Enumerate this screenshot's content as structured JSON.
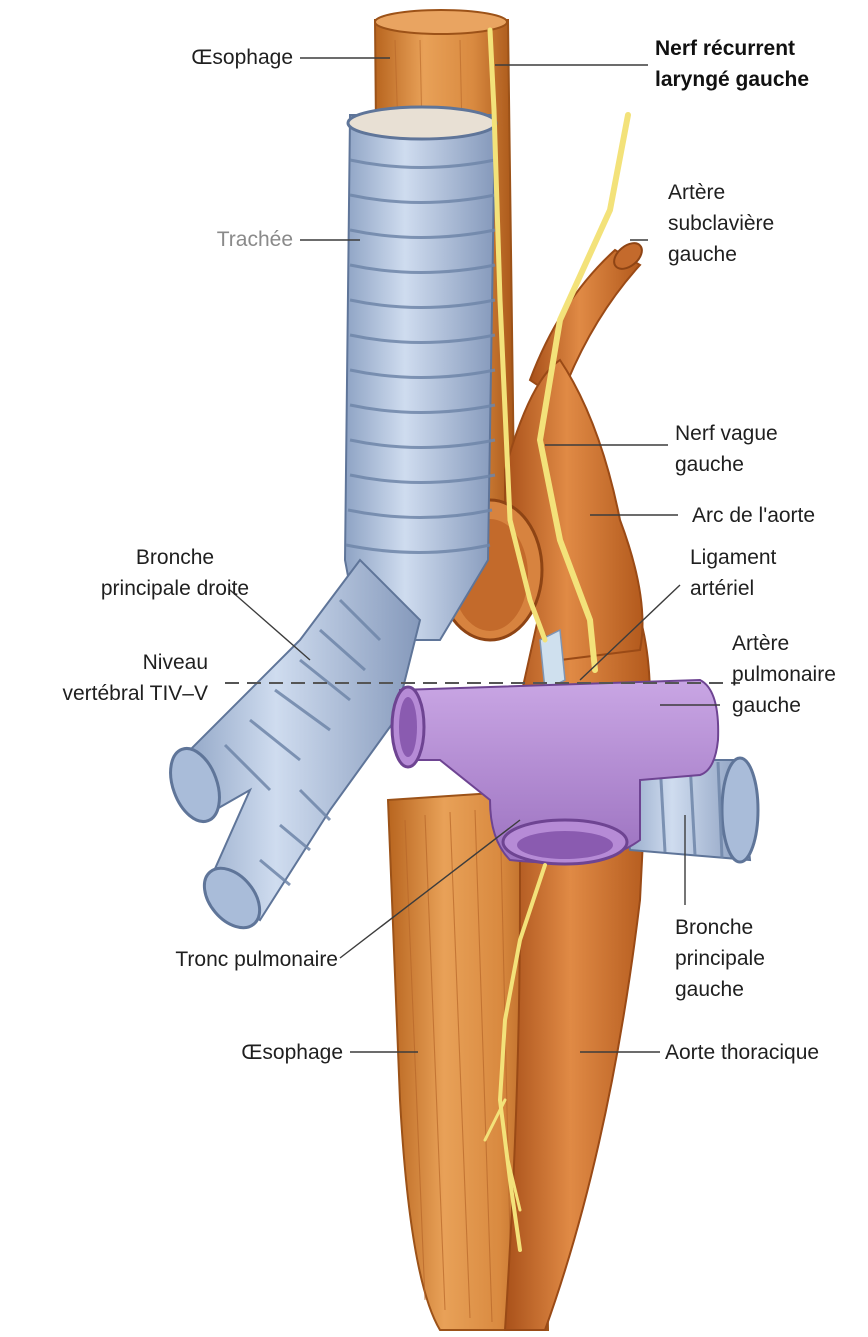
{
  "figure": {
    "labels": {
      "oesophage_top": [
        "Œsophage"
      ],
      "nerf_recurrent": [
        "Nerf récurrent",
        "laryngé gauche"
      ],
      "trachee": [
        "Trachée"
      ],
      "artere_subclaviere": [
        "Artère",
        "subclavière",
        "gauche"
      ],
      "nerf_vague": [
        "Nerf vague",
        "gauche"
      ],
      "arc_aorte": [
        "Arc de l'aorte"
      ],
      "bronche_droite": [
        "Bronche",
        "principale droite"
      ],
      "ligament": [
        "Ligament",
        "artériel"
      ],
      "niveau": [
        "Niveau",
        "vertébral TIV–V"
      ],
      "artere_pulmonaire": [
        "Artère",
        "pulmonaire",
        "gauche"
      ],
      "bronche_gauche": [
        "Bronche",
        "principale",
        "gauche"
      ],
      "tronc_pulmonaire": [
        "Tronc pulmonaire"
      ],
      "oesophage_bottom": [
        "Œsophage"
      ],
      "aorte_thoracique": [
        "Aorte thoracique"
      ]
    },
    "colors": {
      "esophagus": "#dd8c42",
      "esophagus_dark": "#b4621f",
      "trachea": "#b9cbe5",
      "trachea_dark": "#6f86a9",
      "aorta": "#d9793a",
      "aorta_dark": "#a9511a",
      "nerve": "#f3e27a",
      "pulmonary": "#b58fd3",
      "pulmonary_dark": "#7b52a0"
    }
  }
}
